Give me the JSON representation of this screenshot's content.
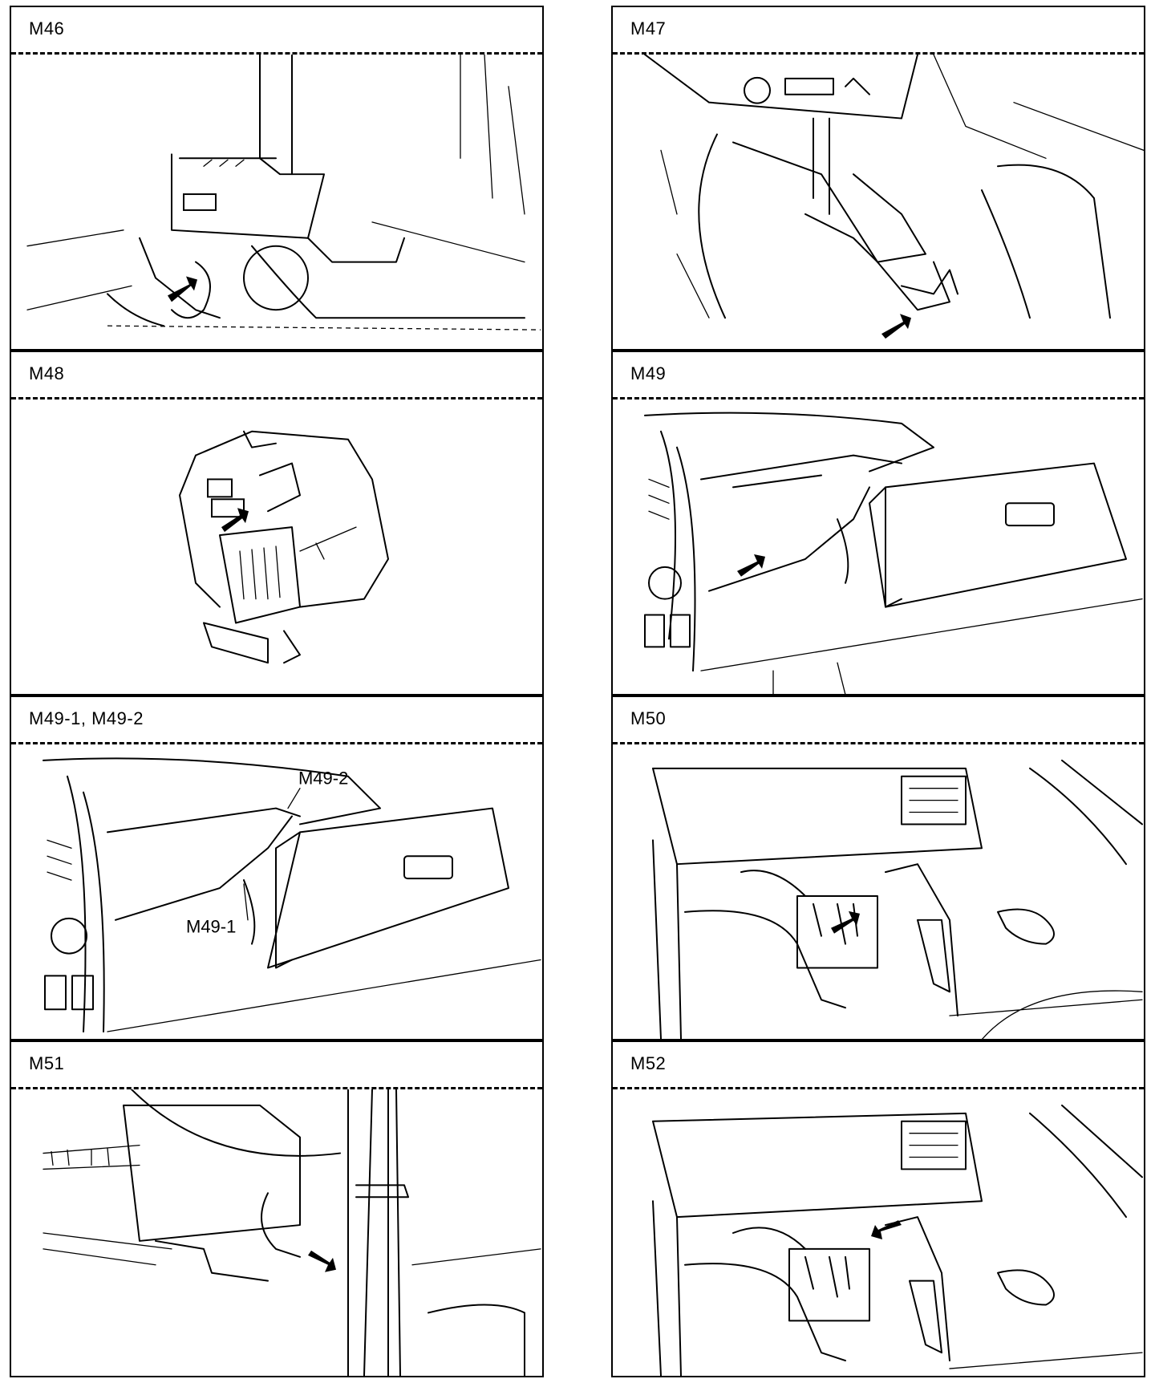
{
  "panels": [
    {
      "title": "M46"
    },
    {
      "title": "M47"
    },
    {
      "title": "M48"
    },
    {
      "title": "M49"
    },
    {
      "title": "M49-1, M49-2",
      "callouts": [
        "M49-2",
        "M49-1"
      ]
    },
    {
      "title": "M50"
    },
    {
      "title": "M51"
    },
    {
      "title": "M52"
    }
  ],
  "icons": {
    "pointer": "connector-arrow-icon"
  }
}
